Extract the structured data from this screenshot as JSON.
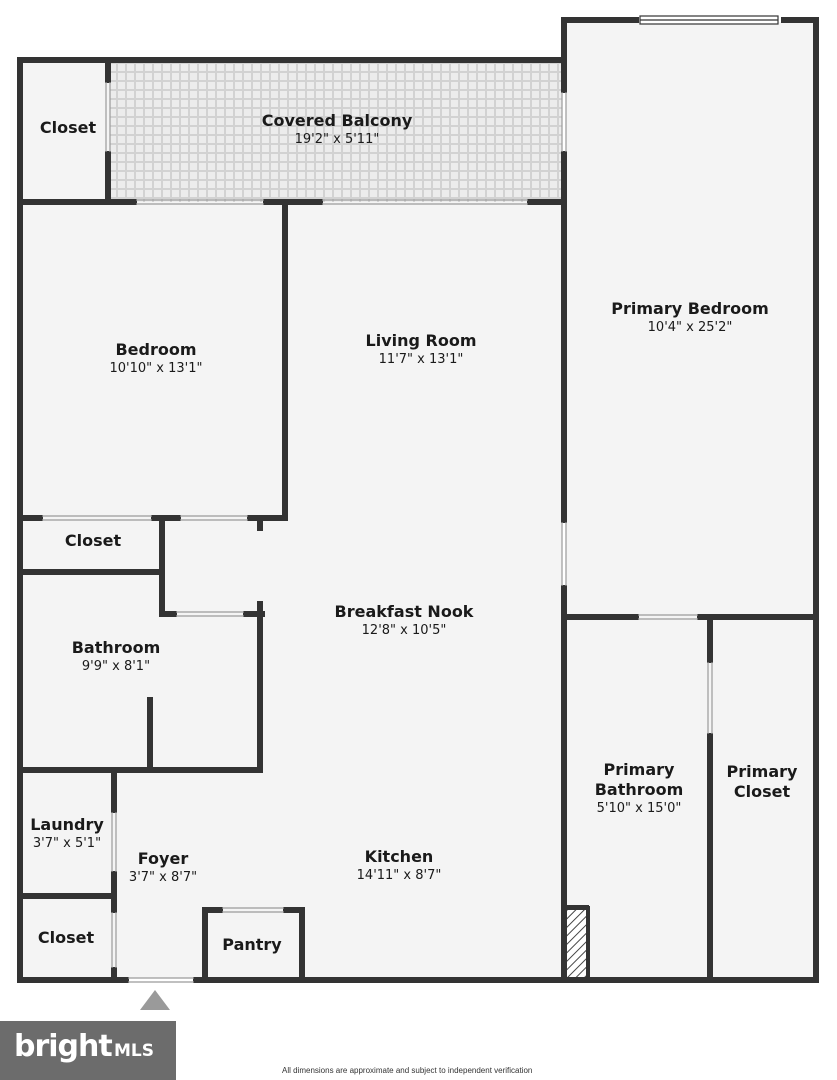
{
  "rooms": [
    {
      "id": "closet-top-left",
      "name": "Closet",
      "dims": ""
    },
    {
      "id": "covered-balcony",
      "name": "Covered Balcony",
      "dims": "19'2\" x 5'11\""
    },
    {
      "id": "bedroom",
      "name": "Bedroom",
      "dims": "10'10\" x 13'1\""
    },
    {
      "id": "living-room",
      "name": "Living Room",
      "dims": "11'7\" x 13'1\""
    },
    {
      "id": "primary-bedroom",
      "name": "Primary Bedroom",
      "dims": "10'4\" x 25'2\""
    },
    {
      "id": "closet-middle",
      "name": "Closet",
      "dims": ""
    },
    {
      "id": "breakfast-nook",
      "name": "Breakfast Nook",
      "dims": "12'8\" x 10'5\""
    },
    {
      "id": "bathroom",
      "name": "Bathroom",
      "dims": "9'9\" x 8'1\""
    },
    {
      "id": "laundry",
      "name": "Laundry",
      "dims": "3'7\" x 5'1\""
    },
    {
      "id": "foyer",
      "name": "Foyer",
      "dims": "3'7\" x 8'7\""
    },
    {
      "id": "kitchen",
      "name": "Kitchen",
      "dims": "14'11\" x 8'7\""
    },
    {
      "id": "primary-bathroom",
      "name": "Primary Bathroom",
      "dims": "5'10\" x 15'0\""
    },
    {
      "id": "primary-closet",
      "name": "Primary Closet",
      "dims": ""
    },
    {
      "id": "closet-bottom-left",
      "name": "Closet",
      "dims": ""
    },
    {
      "id": "pantry",
      "name": "Pantry",
      "dims": ""
    }
  ],
  "footer": {
    "logo_brand": "bright",
    "logo_suffix": "MLS",
    "disclaimer": "All dimensions are approximate and subject to independent verification"
  },
  "colors": {
    "wall": "#333333",
    "floor": "#f4f4f4",
    "balcony": "#e9e9e9"
  },
  "icons": {
    "entry": "entry-arrow-icon"
  }
}
